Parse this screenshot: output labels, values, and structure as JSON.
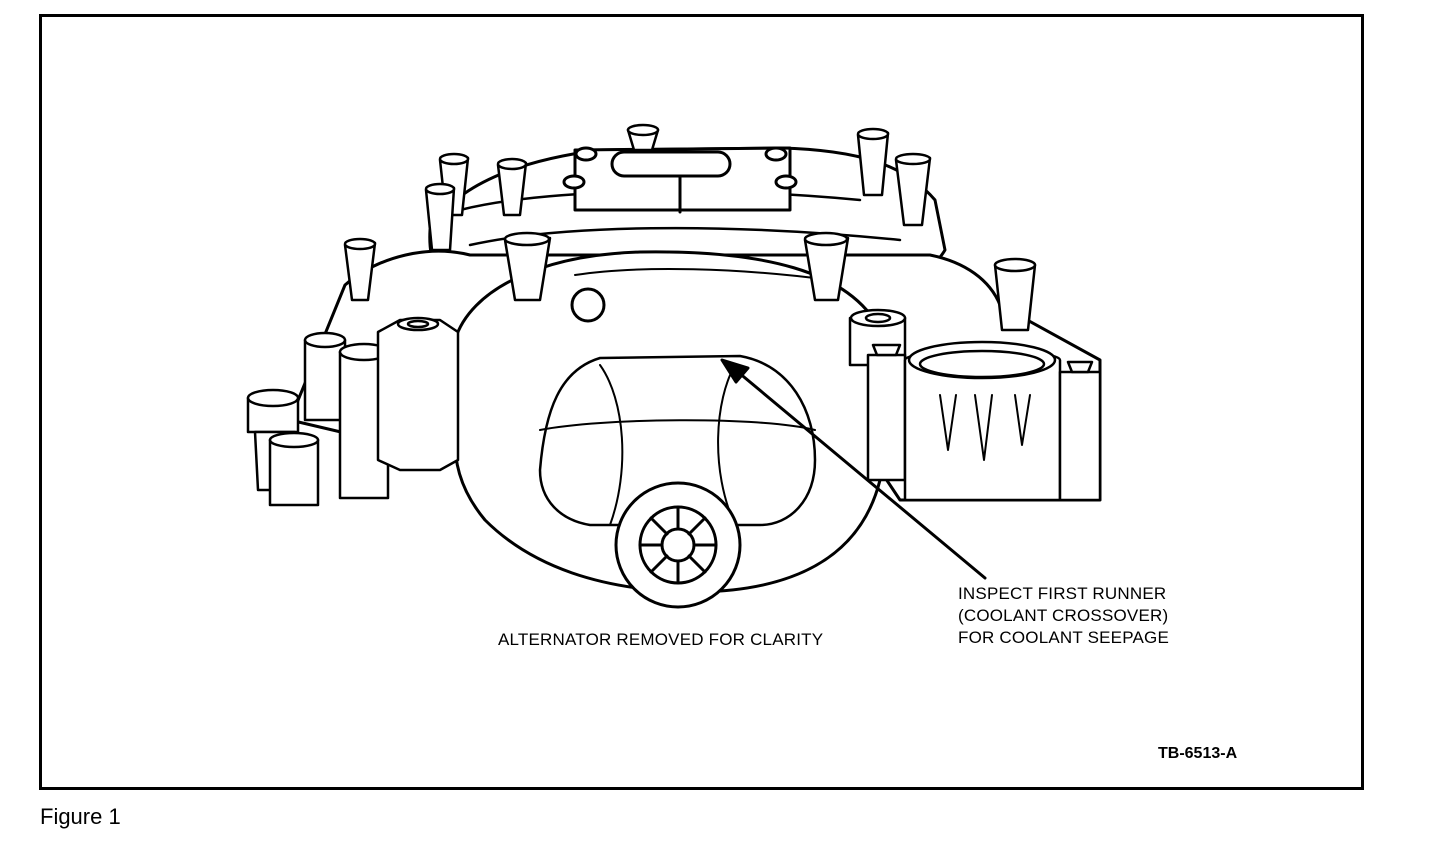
{
  "figure": {
    "caption": "Figure 1",
    "reference_code": "TB-6513-A"
  },
  "callouts": {
    "inspect_runner": {
      "lines": [
        "INSPECT FIRST RUNNER",
        "(COOLANT CROSSOVER)",
        "FOR COOLANT SEEPAGE"
      ]
    },
    "alternator_note": "ALTERNATOR REMOVED FOR CLARITY"
  }
}
